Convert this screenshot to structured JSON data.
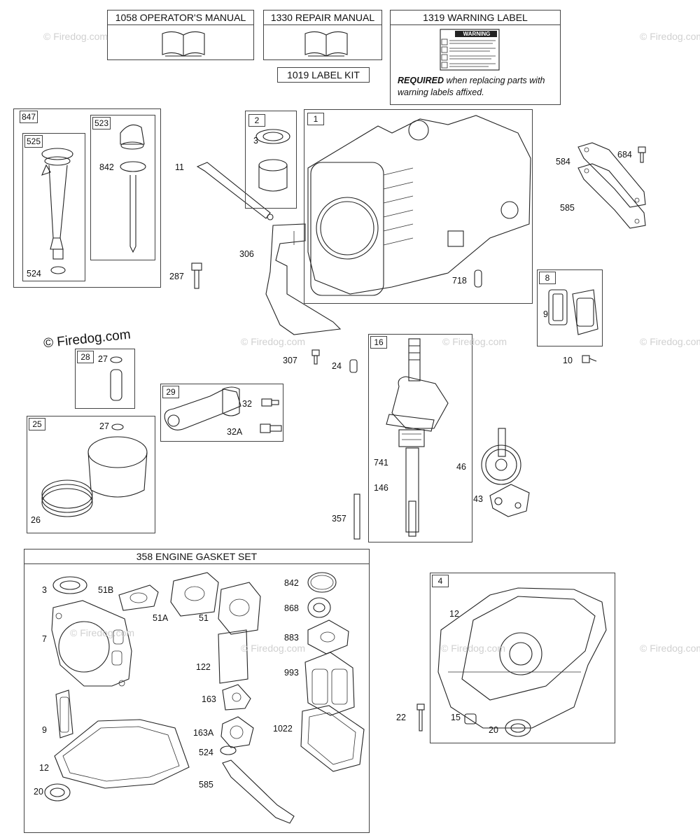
{
  "header_boxes": {
    "operators_manual": "1058 OPERATOR'S MANUAL",
    "repair_manual": "1330 REPAIR MANUAL",
    "warning_label": "1319 WARNING LABEL",
    "label_kit": "1019 LABEL KIT",
    "warning_word": "WARNING",
    "required_bold": "REQUIRED",
    "required_rest": " when replacing parts with warning labels affixed."
  },
  "watermarks": {
    "light": "© Firedog.com",
    "dark": "© Firedog.com"
  },
  "groups": {
    "g847": "847",
    "g525": "525",
    "g523": "523",
    "g2": "2",
    "g1": "1",
    "g8": "8",
    "g16": "16",
    "g28": "28",
    "g29": "29",
    "g25": "25",
    "g4": "4",
    "gasket_set": "358 ENGINE GASKET SET"
  },
  "labels": {
    "l842a": "842",
    "l524a": "524",
    "l3a": "3",
    "l11": "11",
    "l306": "306",
    "l287": "287",
    "l584": "584",
    "l684": "684",
    "l585a": "585",
    "l718": "718",
    "l9a": "9",
    "l10": "10",
    "l307": "307",
    "l24": "24",
    "l27a": "27",
    "l32": "32",
    "l32a": "32A",
    "l27b": "27",
    "l26": "26",
    "l741": "741",
    "l146": "146",
    "l357": "357",
    "l46": "46",
    "l43": "43",
    "g3": "3",
    "g51b": "51B",
    "g51a": "51A",
    "g51": "51",
    "g842": "842",
    "g868": "868",
    "g7": "7",
    "g883": "883",
    "g122": "122",
    "g993": "993",
    "g163": "163",
    "g9": "9",
    "g163a": "163A",
    "g1022": "1022",
    "g524": "524",
    "g12": "12",
    "g585": "585",
    "g20": "20",
    "s12": "12",
    "s22": "22",
    "s15": "15",
    "s20": "20"
  }
}
